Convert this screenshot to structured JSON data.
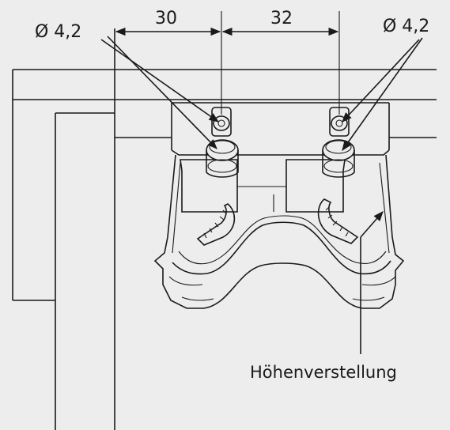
{
  "dimensions": {
    "left_hole_diameter": "Ø 4,2",
    "right_hole_diameter": "Ø 4,2",
    "left_spacing": "30",
    "right_spacing": "32"
  },
  "callouts": {
    "height_adjustment": "Höhenverstellung"
  }
}
